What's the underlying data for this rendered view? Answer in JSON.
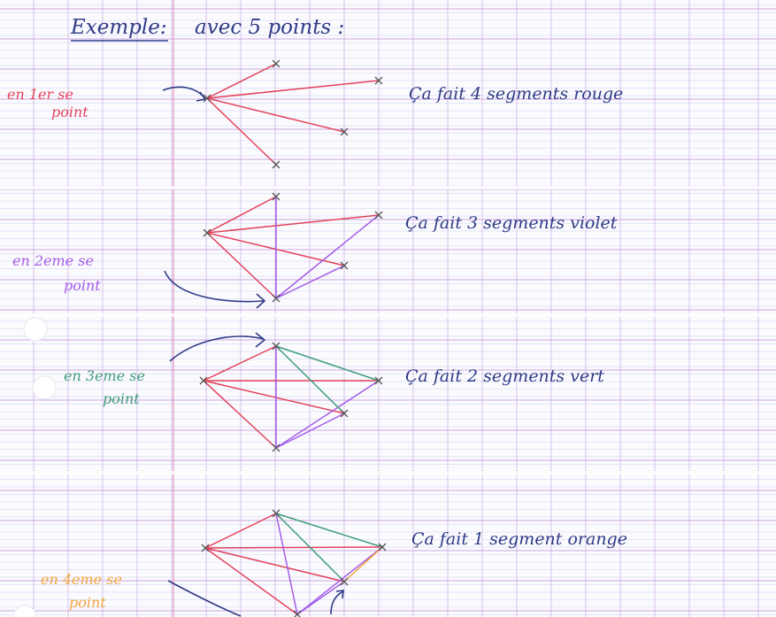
{
  "title": {
    "prefix": "Exemple:",
    "rest": "avec 5 points :"
  },
  "colors": {
    "red": "#e3425a",
    "violet": "#a35ce6",
    "green": "#3e9c7c",
    "orange": "#f0a43c",
    "ink": "#2e3a86",
    "grid_blue": "#bcc4ee",
    "grid_purple": "#c9a6e0",
    "margin": "#e59cbc",
    "cross": "#555555"
  },
  "examples": [
    {
      "label_line1": "en 1er se",
      "label_line2": "point",
      "label_color": "red",
      "caption": "Ça fait 4 segments rouge"
    },
    {
      "label_line1": "en 2eme se",
      "label_line2": "point",
      "label_color": "violet",
      "caption": "Ça fait 3 segments violet"
    },
    {
      "label_line1": "en 3eme se",
      "label_line2": "point",
      "label_color": "green",
      "caption": "Ça fait 2 segments vert"
    },
    {
      "label_line1": "en 4eme se",
      "label_line2": "point",
      "label_color": "orange",
      "caption": "Ça fait 1 segment orange"
    }
  ]
}
